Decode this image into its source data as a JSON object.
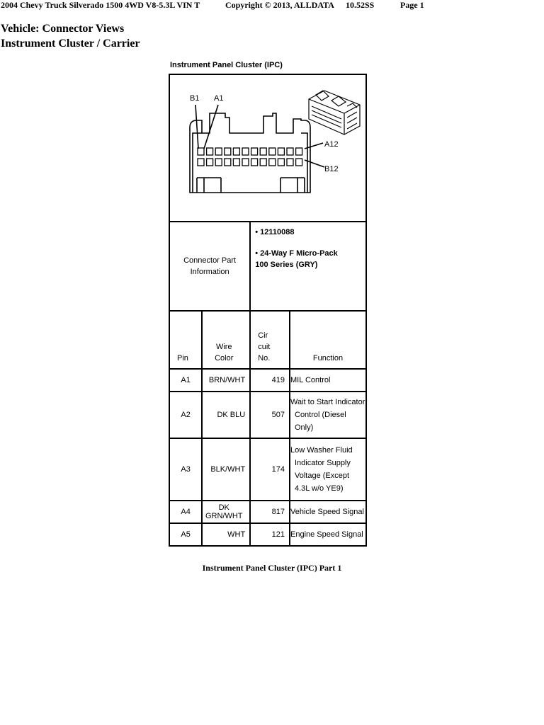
{
  "header": {
    "vehicle": "2004 Chevy Truck Silverado 1500 4WD V8-5.3L VIN T",
    "copyright": "Copyright © 2013, ALLDATA",
    "version": "10.52SS",
    "page": "Page 1"
  },
  "titles": {
    "line1": "Vehicle: Connector Views",
    "line2": "Instrument Cluster / Carrier"
  },
  "diagram": {
    "title": "Instrument Panel Cluster (IPC)",
    "labels": {
      "b1": "B1",
      "a1": "A1",
      "a12": "A12",
      "b12": "B12"
    }
  },
  "connector": {
    "label": "Connector Part Information",
    "part_number": "•  12110088",
    "description": "•  24-Way F Micro-Pack 100 Series (GRY)"
  },
  "table": {
    "headers": {
      "pin": "Pin",
      "wire": "Wire Color",
      "circuit": "Cir cuit No.",
      "function": "Function"
    },
    "rows": [
      {
        "pin": "A1",
        "wire": "BRN/WHT",
        "circuit": "419",
        "function_first": "MIL Control",
        "function_rest": ""
      },
      {
        "pin": "A2",
        "wire": "DK BLU",
        "circuit": "507",
        "function_first": "Wait to Start Indicator",
        "function_rest": "Control (Diesel Only)"
      },
      {
        "pin": "A3",
        "wire": "BLK/WHT",
        "circuit": "174",
        "function_first": "Low Washer Fluid",
        "function_rest": "Indicator Supply Voltage (Except 4.3L w/o YE9)"
      },
      {
        "pin": "A4",
        "wire": "DK GRN/WHT",
        "circuit": "817",
        "function_first": "Vehicle Speed Signal",
        "function_rest": ""
      },
      {
        "pin": "A5",
        "wire": "WHT",
        "circuit": "121",
        "function_first": "Engine Speed Signal",
        "function_rest": ""
      }
    ]
  },
  "caption": "Instrument Panel Cluster (IPC) Part 1"
}
